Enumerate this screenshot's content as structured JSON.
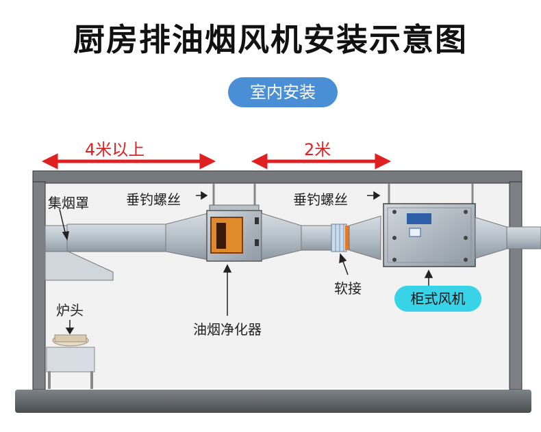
{
  "title": "厨房排油烟风机安装示意图",
  "badge": "室内安装",
  "dimensions": {
    "left": "4米以上",
    "right": "2米"
  },
  "labels": {
    "hood": "集烟罩",
    "hanger_left": "垂钓螺丝",
    "hanger_right": "垂钓螺丝",
    "stove": "炉头",
    "purifier": "油烟净化器",
    "flex": "软接",
    "fan": "柜式风机"
  },
  "colors": {
    "title": "#111111",
    "badge": "#4a8fd6",
    "dimension": "#e02020",
    "fan_badge": "#38d3e6"
  }
}
